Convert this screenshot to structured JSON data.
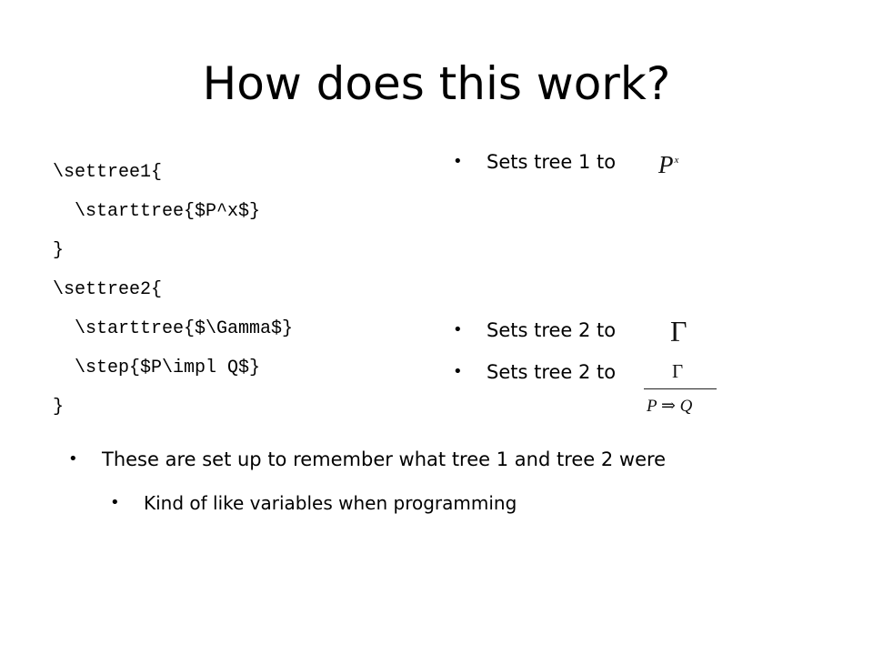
{
  "slide": {
    "title": "How does this work?"
  },
  "code": {
    "lines": [
      "\\settree1{",
      "  \\starttree{$P^x$}",
      "}",
      "\\settree2{",
      "  \\starttree{$\\Gamma$}",
      "  \\step{$P\\impl Q$}",
      "}"
    ]
  },
  "right_bullets": [
    {
      "text": "Sets tree 1 to"
    },
    {
      "text": "Sets tree 2 to"
    },
    {
      "text": "Sets tree 2 to"
    }
  ],
  "formulas": {
    "tree1_base": "P",
    "tree1_sup": "x",
    "gamma": "Γ",
    "gamma_top": "Γ",
    "conclusion": "P ⇒ Q"
  },
  "bottom_bullets": {
    "main": "These are set up to remember what tree 1 and tree 2 were",
    "sub": "Kind of like variables when programming"
  },
  "bullet_glyph": "•"
}
